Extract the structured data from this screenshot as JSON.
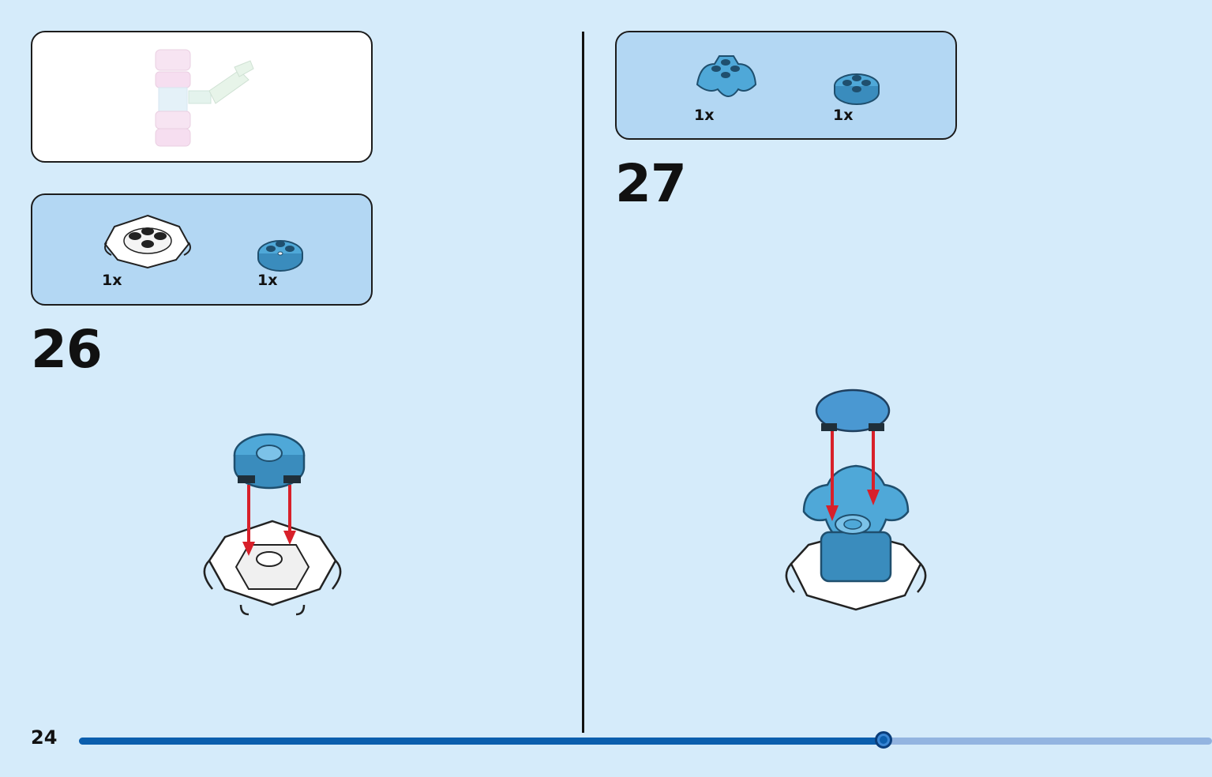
{
  "page": {
    "number": "24",
    "progress_fraction": 0.71
  },
  "left_panel": {
    "submodel_box": {
      "icon": "submodel-preview-icon"
    },
    "parts_box": {
      "parts": [
        {
          "qty": "1x",
          "icon": "white-claw-base-piece-icon"
        },
        {
          "qty": "1x",
          "icon": "blue-round-plate-icon"
        }
      ]
    },
    "step": {
      "number": "26"
    }
  },
  "right_panel": {
    "parts_box": {
      "parts": [
        {
          "qty": "1x",
          "icon": "blue-petal-plate-icon"
        },
        {
          "qty": "1x",
          "icon": "blue-small-round-plate-icon"
        }
      ]
    },
    "step": {
      "number": "27"
    }
  },
  "colors": {
    "background": "#d5ebfa",
    "parts_box": "#b3d7f3",
    "brick_blue": "#4fa8d8",
    "arrow_red": "#d8202a",
    "progress_fill": "#0b5ead",
    "progress_track": "#93b4e0"
  }
}
